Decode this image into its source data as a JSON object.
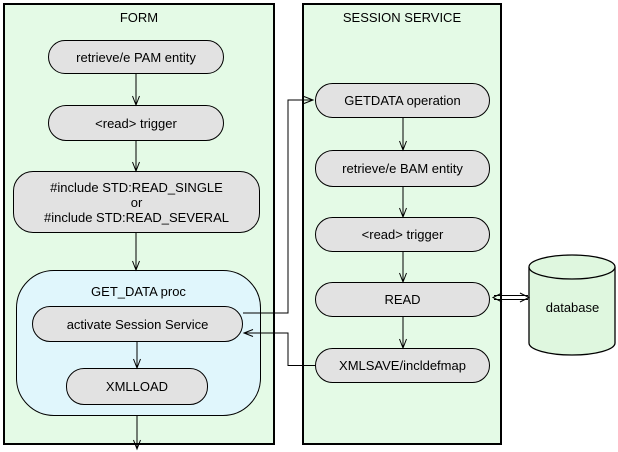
{
  "colors": {
    "panel_bg": "#e4fae6",
    "container_bg": "#e0f6fc",
    "node_bg": "#e2e2e2",
    "database_bg": "#dff7df",
    "border": "#000000"
  },
  "form": {
    "title": "FORM",
    "retrieve_pam": "retrieve/e PAM entity",
    "read_trigger": "<read> trigger",
    "include_l1": "#include STD:READ_SINGLE",
    "include_l2": "or",
    "include_l3": "#include STD:READ_SEVERAL",
    "container_title": "GET_DATA proc",
    "activate": "activate Session Service",
    "xmlload": "XMLLOAD"
  },
  "session": {
    "title": "SESSION SERVICE",
    "getdata": "GETDATA operation",
    "retrieve_bam": "retrieve/e BAM entity",
    "read_trigger": "<read> trigger",
    "read": "READ",
    "xmlsave": "XMLSAVE/incldefmap"
  },
  "database": {
    "label": "database"
  },
  "edges": [
    {
      "from": "retrieve-pam",
      "to": "read-trigger"
    },
    {
      "from": "read-trigger",
      "to": "include-std-read"
    },
    {
      "from": "include-std-read",
      "to": "get-data-proc"
    },
    {
      "from": "activate-session-service",
      "to": "xmlload"
    },
    {
      "from": "get-data-proc",
      "to": "form-panel-bottom"
    },
    {
      "from": "activate-session-service",
      "to": "getdata-operation"
    },
    {
      "from": "xmlsave",
      "to": "activate-session-service"
    },
    {
      "from": "getdata-operation",
      "to": "retrieve-bam"
    },
    {
      "from": "retrieve-bam",
      "to": "session-read-trigger"
    },
    {
      "from": "session-read-trigger",
      "to": "read"
    },
    {
      "from": "read",
      "to": "xmlsave"
    },
    {
      "from": "read",
      "to": "database",
      "bidirectional": true
    }
  ]
}
